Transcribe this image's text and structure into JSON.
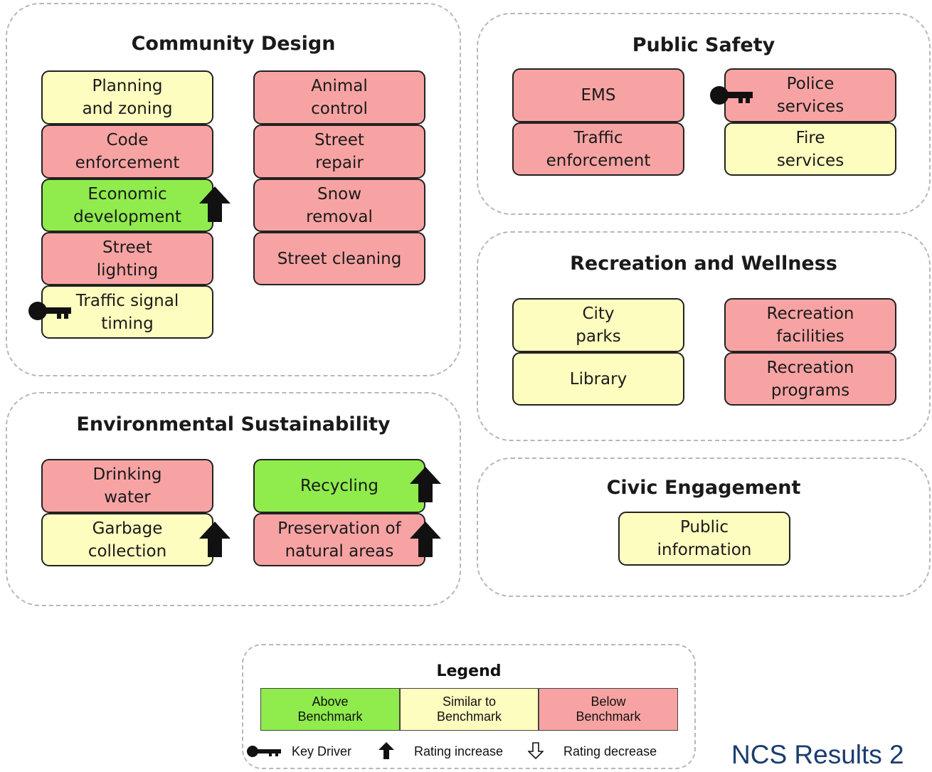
{
  "groups": {
    "community_design": {
      "title": "Community Design",
      "services": [
        {
          "label": "Planning\nand zoning",
          "rating": "similar"
        },
        {
          "label": "Code\nenforcement",
          "rating": "below"
        },
        {
          "label": "Economic\ndevelopment",
          "rating": "above",
          "marker": "rating-increase"
        },
        {
          "label": "Street\nlighting",
          "rating": "below"
        },
        {
          "label": "Traffic signal\ntiming",
          "rating": "similar",
          "marker": "key-driver"
        },
        {
          "label": "Animal\ncontrol",
          "rating": "below"
        },
        {
          "label": "Street\nrepair",
          "rating": "below"
        },
        {
          "label": "Snow\nremoval",
          "rating": "below"
        },
        {
          "label": "Street cleaning",
          "rating": "below"
        }
      ]
    },
    "public_safety": {
      "title": "Public Safety",
      "services": [
        {
          "label": "EMS",
          "rating": "below"
        },
        {
          "label": "Traffic\nenforcement",
          "rating": "below"
        },
        {
          "label": "Police\nservices",
          "rating": "below",
          "marker": "key-driver"
        },
        {
          "label": "Fire\nservices",
          "rating": "similar"
        }
      ]
    },
    "recreation_wellness": {
      "title": "Recreation and Wellness",
      "services": [
        {
          "label": "City\nparks",
          "rating": "similar"
        },
        {
          "label": "Library",
          "rating": "similar"
        },
        {
          "label": "Recreation\nfacilities",
          "rating": "below"
        },
        {
          "label": "Recreation\nprograms",
          "rating": "below"
        }
      ]
    },
    "environmental_sustainability": {
      "title": "Environmental Sustainability",
      "services": [
        {
          "label": "Drinking\nwater",
          "rating": "below"
        },
        {
          "label": "Garbage\ncollection",
          "rating": "similar",
          "marker": "rating-increase"
        },
        {
          "label": "Recycling",
          "rating": "above",
          "marker": "rating-increase"
        },
        {
          "label": "Preservation of\nnatural areas",
          "rating": "below",
          "marker": "rating-increase"
        }
      ]
    },
    "civic_engagement": {
      "title": "Civic Engagement",
      "services": [
        {
          "label": "Public\ninformation",
          "rating": "similar"
        }
      ]
    }
  },
  "legend": {
    "title": "Legend",
    "categories": [
      {
        "label": "Above\nBenchmark",
        "color": "#8fec4c"
      },
      {
        "label": "Similar to\nBenchmark",
        "color": "#fdfdbf"
      },
      {
        "label": "Below\nBenchmark",
        "color": "#f8a3a3"
      }
    ],
    "markers": {
      "key_driver": "Key Driver",
      "rating_increase": "Rating increase",
      "rating_decrease": "Rating decrease"
    }
  },
  "footer": "NCS Results 2"
}
